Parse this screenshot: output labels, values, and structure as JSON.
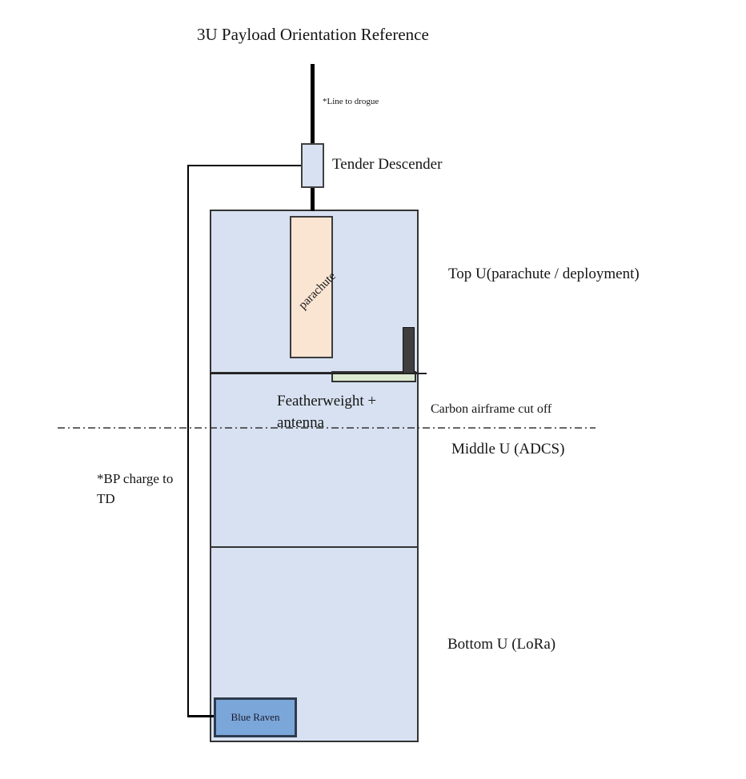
{
  "title": "3U Payload Orientation Reference",
  "colors": {
    "body_fill": "#d7e1f1",
    "parachute_fill": "#fae5d3",
    "green_fill": "#dcead2",
    "gray_bar": "#3f3f3f",
    "blue_raven_fill": "#7ba6d9",
    "line_color": "#000000"
  },
  "labels": {
    "line_to_drogue": "*Line to drogue",
    "tender_descender": "Tender Descender",
    "parachute": "parachute",
    "top_u": "Top U(parachute / deployment)",
    "featherweight_line1": "Featherweight +",
    "featherweight_line2": "antenna",
    "carbon_cutoff": "Carbon airframe cut off",
    "middle_u": "Middle U (ADCS)",
    "bp_charge_line1": "*BP charge to",
    "bp_charge_line2": "TD",
    "bottom_u": "Bottom U (LoRa)",
    "blue_raven": "Blue Raven"
  },
  "diagram": {
    "sections": [
      {
        "name": "Top U",
        "content": "parachute / deployment"
      },
      {
        "name": "Middle U",
        "content": "ADCS"
      },
      {
        "name": "Bottom U",
        "content": "LoRa"
      }
    ],
    "annotations": [
      "Line to drogue",
      "BP charge to TD",
      "Carbon airframe cut off"
    ]
  }
}
